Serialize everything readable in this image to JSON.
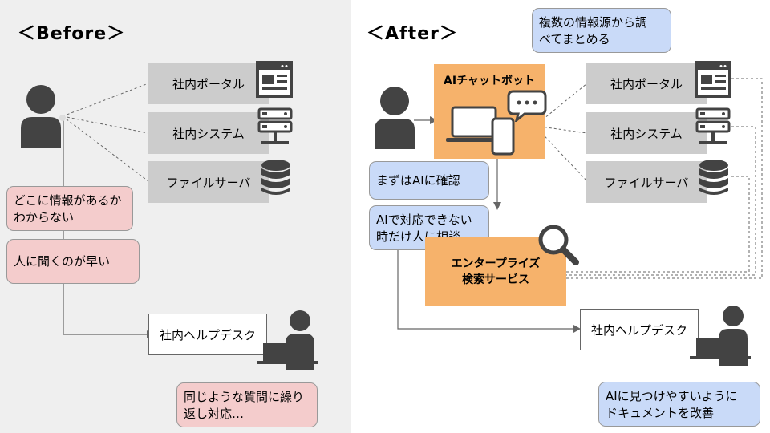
{
  "before": {
    "heading": "＜Before＞",
    "systems": [
      "社内ポータル",
      "社内システム",
      "ファイルサーバ"
    ],
    "bubble_1": "どこに情報があるか\nわからない",
    "bubble_2": "人に聞くのが早い",
    "helpdesk": "社内ヘルプデスク",
    "bubble_3": "同じような質問に繰り\n返し対応…"
  },
  "after": {
    "heading": "＜After＞",
    "bubble_top": "複数の情報源から調\nべてまとめる",
    "chatbot_label": "AIチャットボット",
    "systems": [
      "社内ポータル",
      "社内システム",
      "ファイルサーバ"
    ],
    "bubble_1": "まずはAIに確認",
    "bubble_2": "AIで対応できない\n時だけ人に相談",
    "search_label": "エンタープライズ\n検索サービス",
    "helpdesk": "社内ヘルプデスク",
    "bubble_3": "AIに見つけやすいように\nドキュメントを改善"
  },
  "colors": {
    "panel_bg": "#efefef",
    "gray_box": "#cccccc",
    "icon_dark": "#434343",
    "orange": "#f6b26b",
    "pink": "#f4cccc",
    "blue": "#c9daf8"
  },
  "icons": [
    "person-icon",
    "browser-window-icon",
    "server-icon",
    "database-icon",
    "laptop-icon",
    "smartphone-icon",
    "speech-bubble-icon",
    "magnifier-icon",
    "desk-worker-icon"
  ]
}
